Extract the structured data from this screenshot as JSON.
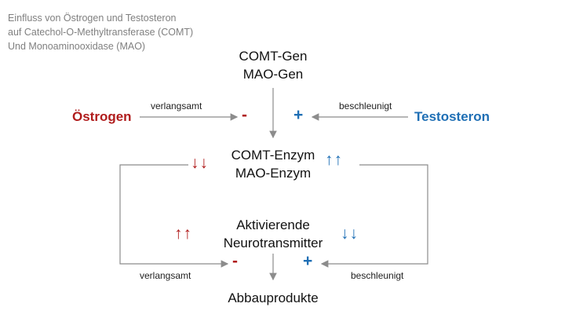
{
  "title": {
    "line1": "Einfluss von Östrogen und Testosteron",
    "line2": "auf Catechol-O-Methyltransferase (COMT)",
    "line3": "Und Monoaminooxidase  (MAO)"
  },
  "genes": {
    "line1": "COMT-Gen",
    "line2": "MAO-Gen"
  },
  "estrogen": "Östrogen",
  "testosterone": "Testosteron",
  "slows": "verlangsamt",
  "accelerates": "beschleunigt",
  "minus": "-",
  "plus": "+",
  "enzymes": {
    "line1": "COMT-Enzym",
    "line2": "MAO-Enzym"
  },
  "neuro": {
    "line1": "Aktivierende",
    "line2": "Neurotransmitter"
  },
  "degradation": "Abbauprodukte",
  "down_arrows": "↓↓",
  "up_arrows": "↑↑",
  "colors": {
    "estrogen": "#b01c1c",
    "testosterone": "#1f6fb5",
    "line": "#8c8c8c"
  }
}
